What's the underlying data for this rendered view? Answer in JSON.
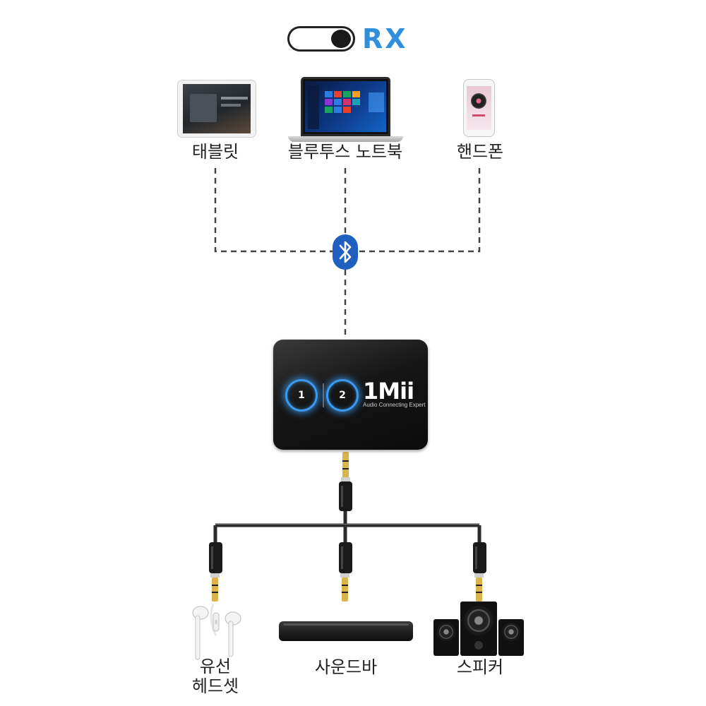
{
  "mode": {
    "label": "RX",
    "toggle_on": true
  },
  "sources": [
    {
      "label": "태블릿",
      "icon": "tablet-icon"
    },
    {
      "label": "블루투스 노트북",
      "icon": "laptop-icon"
    },
    {
      "label": "핸드폰",
      "icon": "smartphone-icon"
    }
  ],
  "hub": {
    "icon": "bluetooth-icon"
  },
  "adapter": {
    "brand": "1Mii",
    "tagline": "Audio Connecting Expert",
    "buttons": [
      "1",
      "2"
    ],
    "accent_color": "#3a9af0"
  },
  "outputs": [
    {
      "label_line1": "유선",
      "label_line2": "헤드셋",
      "icon": "wired-earphones-icon"
    },
    {
      "label_line1": "사운드바",
      "icon": "soundbar-icon"
    },
    {
      "label_line1": "스피커",
      "icon": "speakers-icon"
    }
  ],
  "colors": {
    "mode_label": "#2f8fdc",
    "bluetooth": "#1f5fbf",
    "connector": "#333333"
  }
}
